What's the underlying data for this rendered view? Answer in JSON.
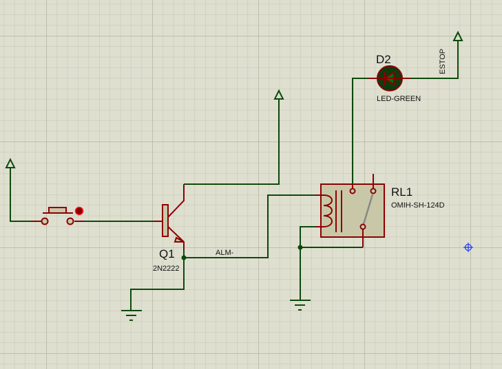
{
  "components": {
    "q1": {
      "ref": "Q1",
      "value": "2N2222"
    },
    "rl1": {
      "ref": "RL1",
      "value": "OMIH-SH-124D"
    },
    "d2": {
      "ref": "D2",
      "value": "LED-GREEN"
    }
  },
  "nets": {
    "alm": "ALM-",
    "estop": "ESTOP"
  },
  "colors": {
    "wire": "#0b4a0b",
    "component": "#8b0000",
    "body": "#c8c8a8",
    "background": "#dfdfd0"
  }
}
